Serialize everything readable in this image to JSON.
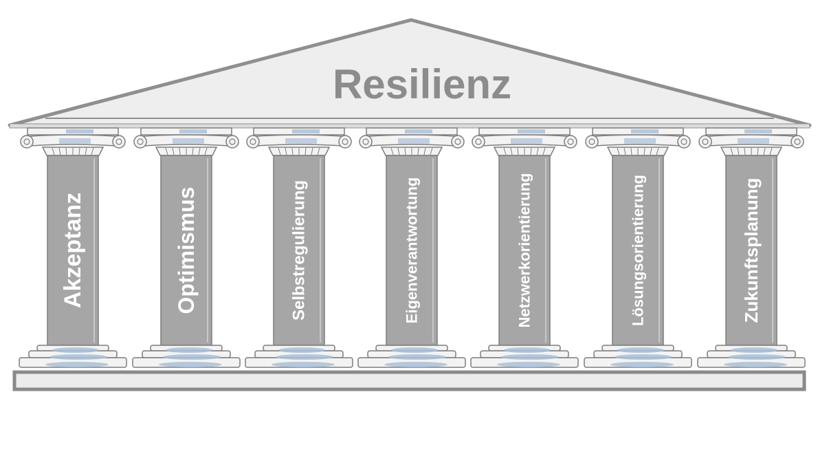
{
  "title": "Resilienz",
  "pillars": [
    {
      "label": "Akzeptanz"
    },
    {
      "label": "Optimismus"
    },
    {
      "label": "Selbstregulierung"
    },
    {
      "label": "Eigenverantwortung"
    },
    {
      "label": "Netzwerkorientierung"
    },
    {
      "label": "Lösungsorientierung"
    },
    {
      "label": "Zukunftsplanung"
    }
  ],
  "colors": {
    "roof_fill": "#eeeeee",
    "roof_stroke": "#8f8f8f",
    "title_text": "#8c8c8c",
    "shaft": "#a6a6a6",
    "shaft_text": "#ffffff",
    "capital_fill": "#f3f3f3",
    "line": "#7d7d7d",
    "highlight": "#a9bed6",
    "foundation_fill": "#ececec",
    "foundation_stroke": "#8a8a8a"
  }
}
